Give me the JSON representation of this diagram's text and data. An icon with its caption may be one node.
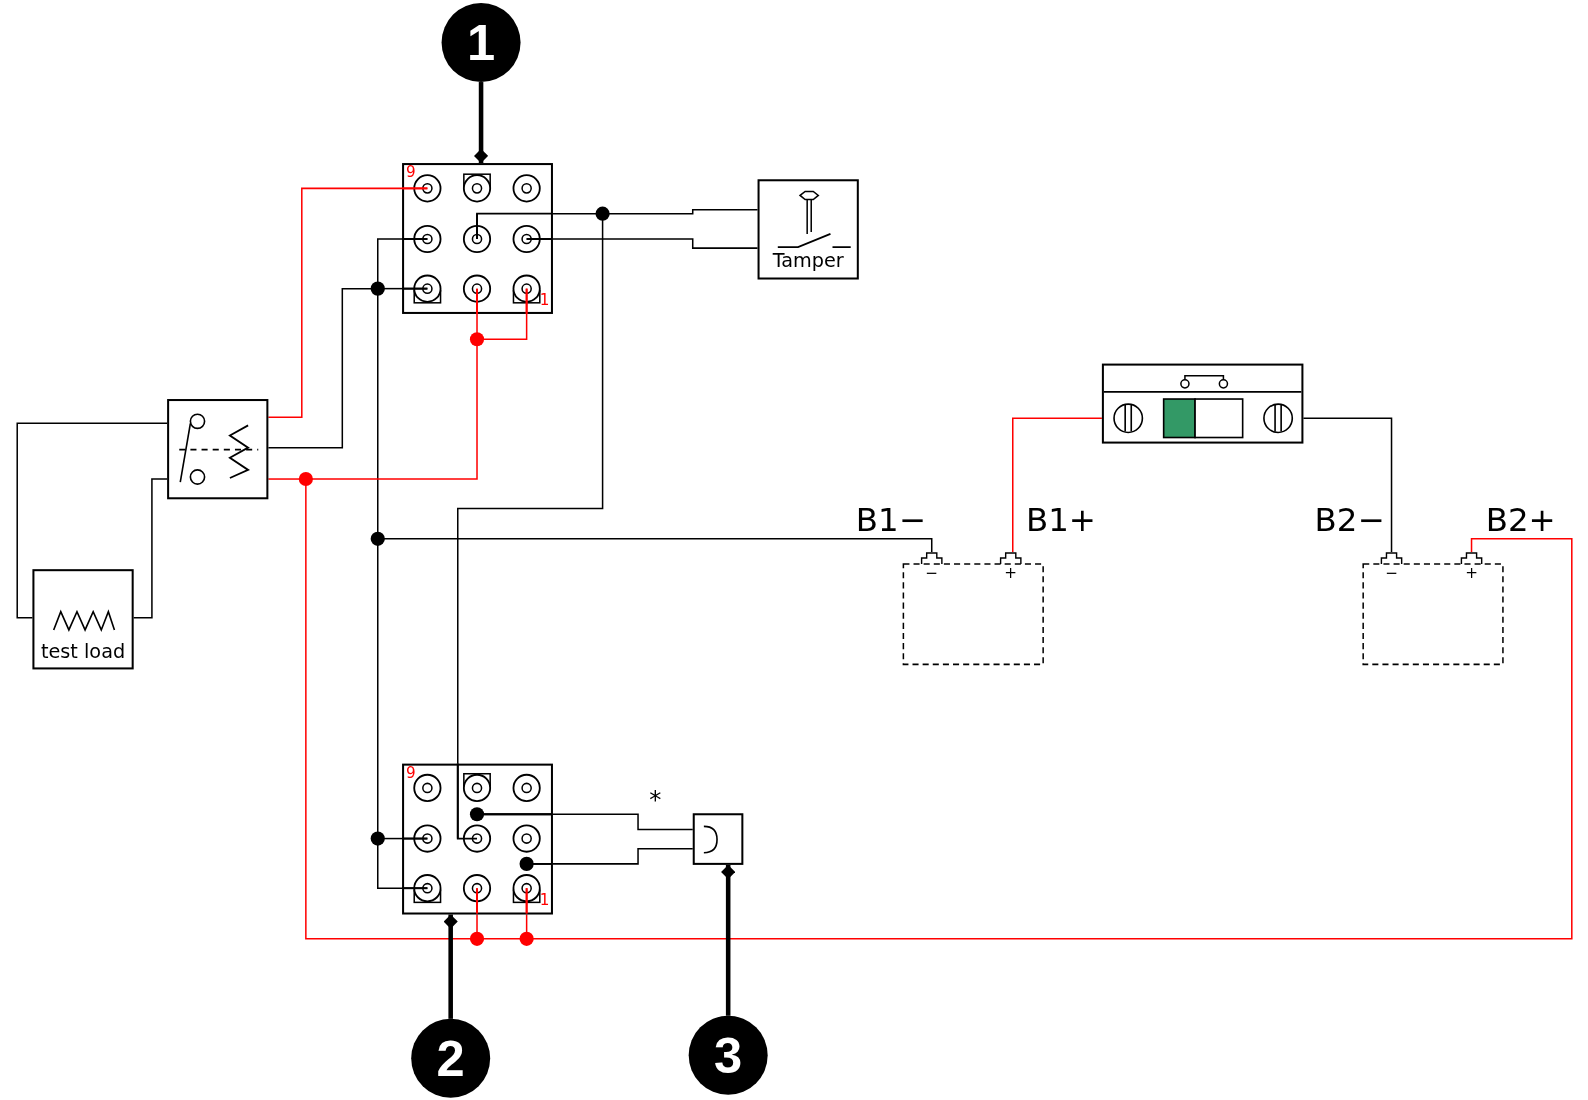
{
  "diagram": {
    "nodes": [
      {
        "text": [
          "1"
        ]
      },
      {
        "text": [
          "9",
          "1"
        ]
      },
      {
        "text": [
          "Tamper"
        ]
      },
      {
        "text": [],
        "shape": "box"
      },
      {
        "text": [],
        "shape": "box"
      },
      {
        "text": [
          "−",
          "+"
        ],
        "beside": [
          "B1−",
          "B1+"
        ]
      },
      {
        "text": [
          "−",
          "+"
        ],
        "beside": [
          "B2−",
          "B2+"
        ]
      },
      {
        "text": [
          "test load"
        ]
      },
      {
        "text": [
          "9",
          "1"
        ]
      },
      {
        "text": [],
        "shape": "box",
        "beside": [
          "*"
        ]
      },
      {
        "text": [
          "2"
        ]
      },
      {
        "text": [
          "3"
        ]
      },
      {
        "text": [],
        "shape": "dot"
      },
      {
        "text": [],
        "shape": "dot"
      },
      {
        "text": [],
        "shape": "dot"
      },
      {
        "text": [],
        "shape": "dot"
      },
      {
        "text": [],
        "shape": "dot"
      },
      {
        "text": [],
        "shape": "dot"
      },
      {
        "text": [],
        "shape": "dot"
      },
      {
        "text": [],
        "shape": "dot"
      }
    ],
    "edges": [
      {
        "from": 0,
        "to": 1,
        "arrow": "other",
        "style": "thick"
      },
      {
        "from": 3,
        "to": 1,
        "arrow": "none",
        "color": "#ff0000"
      },
      {
        "from": 1,
        "to": 13,
        "arrow": "none"
      },
      {
        "from": 13,
        "to": 2,
        "arrow": "none"
      },
      {
        "from": 1,
        "to": 2,
        "arrow": "none"
      },
      {
        "from": 13,
        "to": 8,
        "arrow": "none"
      },
      {
        "from": 3,
        "to": 12,
        "arrow": "none"
      },
      {
        "from": 12,
        "to": 1,
        "arrow": "none"
      },
      {
        "from": 1,
        "to": 12,
        "arrow": "none"
      },
      {
        "from": 12,
        "to": 16,
        "arrow": "none"
      },
      {
        "from": 16,
        "to": 5,
        "arrow": "none"
      },
      {
        "from": 16,
        "to": 17,
        "arrow": "none"
      },
      {
        "from": 17,
        "to": 8,
        "arrow": "none"
      },
      {
        "from": 17,
        "to": 8,
        "arrow": "none"
      },
      {
        "from": 3,
        "to": 15,
        "arrow": "none",
        "color": "#ff0000"
      },
      {
        "from": 15,
        "to": 14,
        "arrow": "none",
        "color": "#ff0000"
      },
      {
        "from": 14,
        "to": 1,
        "arrow": "none",
        "color": "#ff0000"
      },
      {
        "from": 14,
        "to": 1,
        "arrow": "none",
        "color": "#ff0000"
      },
      {
        "from": 15,
        "to": 18,
        "arrow": "none",
        "color": "#ff0000"
      },
      {
        "from": 18,
        "to": 8,
        "arrow": "none",
        "color": "#ff0000"
      },
      {
        "from": 18,
        "to": 19,
        "arrow": "none",
        "color": "#ff0000"
      },
      {
        "from": 19,
        "to": 8,
        "arrow": "none",
        "color": "#ff0000"
      },
      {
        "from": 19,
        "to": 6,
        "arrow": "none",
        "color": "#ff0000"
      },
      {
        "from": 8,
        "to": 9,
        "arrow": "none"
      },
      {
        "from": 8,
        "to": 9,
        "arrow": "none"
      },
      {
        "from": 4,
        "to": 5,
        "arrow": "none",
        "color": "#ff0000"
      },
      {
        "from": 4,
        "to": 6,
        "arrow": "none"
      },
      {
        "from": 3,
        "to": 7,
        "arrow": "none"
      },
      {
        "from": 3,
        "to": 7,
        "arrow": "none"
      },
      {
        "from": 10,
        "to": 8,
        "arrow": "other",
        "style": "thick"
      },
      {
        "from": 11,
        "to": 9,
        "arrow": "other",
        "style": "thick"
      }
    ]
  }
}
